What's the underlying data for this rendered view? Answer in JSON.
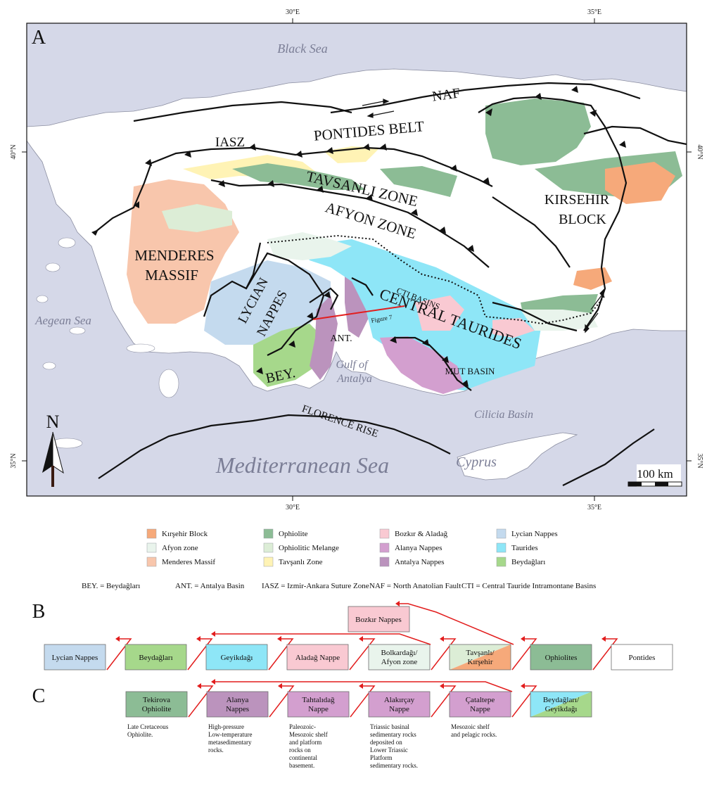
{
  "panels": {
    "a": "A",
    "b": "B",
    "c": "C"
  },
  "map": {
    "seas": {
      "black_sea": "Black Sea",
      "aegean_sea": "Aegean Sea",
      "mediterranean_sea": "Mediterranean Sea",
      "gulf_of": "Gulf of",
      "antalya": "Antalya",
      "cilicia_basin": "Cilicia Basin",
      "cyprus": "Cyprus"
    },
    "labels": {
      "naf": "NAF",
      "pontides_belt": "PONTIDES BELT",
      "iasz": "IASZ",
      "tavsanli_zone": "TAVSANLI ZONE",
      "afyon_zone": "AFYON ZONE",
      "kirsehir": "KIRSEHIR",
      "block": "BLOCK",
      "menderes": "MENDERES",
      "massif": "MASSIF",
      "lycian": "LYCIAN",
      "nappes": "NAPPES",
      "cti_basins": "CTI BASINS",
      "central_taurides": "CENTRAL TAURIDES",
      "figure7": "Figure 7",
      "ant": "ANT.",
      "bey": "BEY.",
      "mut_basin": "MUT BASIN",
      "florence_rise": "FLORENCE RISE",
      "north": "N"
    },
    "ticks": {
      "lon_30": "30°E",
      "lon_35": "35°E",
      "lat_40": "40°N",
      "lat_35": "35°N"
    },
    "scale_bar": "100 km"
  },
  "legend": [
    {
      "label": "Kırşehir Block",
      "color": "#f6a97a"
    },
    {
      "label": "Afyon zone",
      "color": "#e9f4ec"
    },
    {
      "label": "Menderes Massif",
      "color": "#f8c6ac"
    },
    {
      "label": "Ophiolite",
      "color": "#8cbc95"
    },
    {
      "label": "Ophiolitic Melange",
      "color": "#dcedd6"
    },
    {
      "label": "Tavşanlı Zone",
      "color": "#fff3b5"
    },
    {
      "label": "Bozkır & Aladağ",
      "color": "#f9c9d2"
    },
    {
      "label": "Alanya Nappes",
      "color": "#d39fcf"
    },
    {
      "label": "Antalya Nappes",
      "color": "#bb93bd"
    },
    {
      "label": "Lycian Nappes",
      "color": "#c4daee"
    },
    {
      "label": "Taurides",
      "color": "#8ee6f7"
    },
    {
      "label": "Beydağları",
      "color": "#a6d88b"
    }
  ],
  "abbreviations": [
    "BEY. = Beydağları",
    "ANT. = Antalya Basin",
    "IASZ = Izmir-Ankara Suture Zone",
    "NAF = North Anatolian Fault",
    "CTI = Central Tauride Intramontane Basins"
  ],
  "panel_b": {
    "top_box": "Bozkır Nappes",
    "boxes": [
      {
        "lines": [
          "Lycian Nappes"
        ]
      },
      {
        "lines": [
          "Beydağları"
        ]
      },
      {
        "lines": [
          "Geyikdağı"
        ]
      },
      {
        "lines": [
          "Aladağ Nappe"
        ]
      },
      {
        "lines": [
          "Bolkardağı/",
          "Afyon zone"
        ]
      },
      {
        "lines": [
          "Tavşanlı/",
          "Kırşehir"
        ]
      },
      {
        "lines": [
          "Ophiolites"
        ]
      },
      {
        "lines": [
          "Pontides"
        ]
      }
    ]
  },
  "panel_c": {
    "boxes": [
      {
        "lines": [
          "Tekirova",
          "Ophiolite"
        ],
        "desc": [
          "Late Cretaceous",
          "Ophiolite."
        ]
      },
      {
        "lines": [
          "Alanya",
          "Nappes"
        ],
        "desc": [
          "High-pressure",
          "Low-temperature",
          "metasedimentary",
          "rocks."
        ]
      },
      {
        "lines": [
          "Tahtalıdağ",
          "Nappe"
        ],
        "desc": [
          "Paleozoic-",
          "Mesozoic shelf",
          "and platform",
          "rocks on",
          "continental",
          "basement."
        ]
      },
      {
        "lines": [
          "Alakırçay",
          "Nappe"
        ],
        "desc": [
          "Triassic basinal",
          "sedimentary rocks",
          "deposited on",
          "Lower Triassic",
          "Platform",
          "sedimentary rocks."
        ]
      },
      {
        "lines": [
          "Çataltepe",
          "Nappe"
        ],
        "desc": [
          "Mesozoic shelf",
          "and pelagic rocks."
        ]
      },
      {
        "lines": [
          "Beydağları/",
          "Geyikdağı"
        ],
        "desc": []
      }
    ]
  },
  "colors": {
    "sea": "#d5d8e8",
    "land": "#ffffff",
    "fault": "#111111",
    "section_line": "#e21d1d",
    "arrow": "#e21d1d"
  }
}
